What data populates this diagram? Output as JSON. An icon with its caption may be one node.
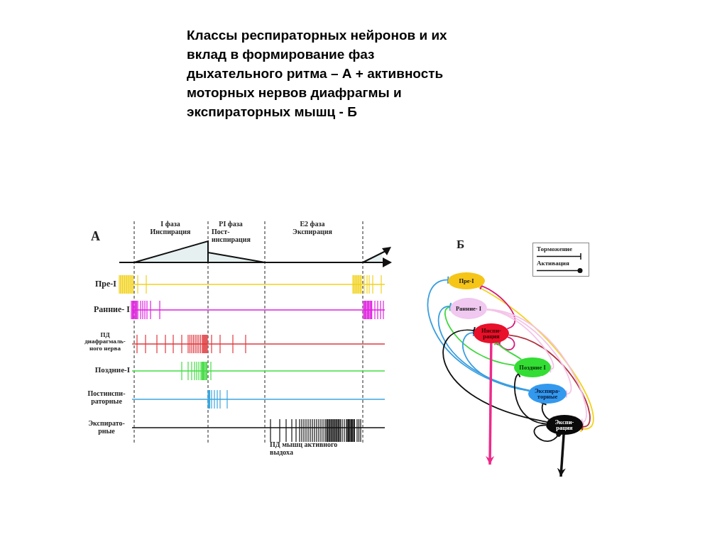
{
  "diagram": {
    "title": "Классы респираторных нейронов и их вклад в формирование фаз дыхательного ритма – А + активность моторных нервов диафрагмы и экспираторных мышц - Б",
    "nodes": [
      {
        "text": [
          "Пре-I"
        ]
      },
      {
        "text": [
          "Ранние- I"
        ]
      },
      {
        "text": [
          "Инспи- рация"
        ]
      },
      {
        "text": [
          "Поздние I"
        ]
      },
      {
        "text": [
          "Экспира- торные"
        ]
      },
      {
        "text": [
          "Экспи- рация"
        ]
      }
    ],
    "edges": [
      {
        "from": 0,
        "to": 5,
        "arrow": "other",
        "color": "#f2d21b"
      },
      {
        "from": 2,
        "to": 0,
        "arrow": "other",
        "color": "#d81b7a"
      },
      {
        "from": 2,
        "to": 5,
        "arrow": "other",
        "color": "#b0303a"
      },
      {
        "from": 2,
        "to": 2,
        "arrow": "other",
        "color": "#d81b7a"
      },
      {
        "from": 1,
        "to": 3,
        "arrow": "other",
        "color": "#f4c4e8"
      },
      {
        "from": 1,
        "to": 4,
        "arrow": "other",
        "color": "#f4c4e8"
      },
      {
        "from": 1,
        "to": 5,
        "arrow": "other",
        "color": "#f4c4e8"
      },
      {
        "from": 3,
        "to": 1,
        "arrow": "other",
        "color": "#3fd83f"
      },
      {
        "from": 3,
        "to": 2,
        "arrow": "other",
        "color": "#3fd83f"
      },
      {
        "from": 4,
        "to": 0,
        "arrow": "other",
        "color": "#3a9ee0"
      },
      {
        "from": 4,
        "to": 1,
        "arrow": "other",
        "color": "#3a9ee0"
      },
      {
        "from": 4,
        "to": 2,
        "arrow": "other",
        "color": "#3a9ee0"
      },
      {
        "from": 5,
        "to": 2,
        "arrow": "other",
        "color": "#111111"
      },
      {
        "from": 5,
        "to": 3,
        "arrow": "other",
        "color": "#111111"
      },
      {
        "from": 5,
        "to": 4,
        "arrow": "other",
        "color": "#111111"
      },
      {
        "from": 5,
        "to": 5,
        "arrow": "other",
        "color": "#111111"
      },
      {
        "from": 2,
        "to": null,
        "arrow": "to",
        "style": "thick",
        "color": "#ee2a8a"
      },
      {
        "from": 5,
        "to": null,
        "arrow": "to",
        "style": "thick",
        "color": "#111111"
      }
    ],
    "labels": [
      "А",
      "I фаза",
      "Инспирация",
      "PI фаза",
      "Пост- инспирация",
      "E2 фаза",
      "Экспирация",
      "Пре-I",
      "Ранние- I",
      "ПД диафрагмаль- ного нерва",
      "Поздние-I",
      "Постинспи- раторные",
      "Экспирато- рные",
      "ПД мышц активного выдоха",
      "Б"
    ],
    "legend": [
      {
        "text": "Торможение"
      },
      {
        "text": "Активация"
      }
    ]
  }
}
